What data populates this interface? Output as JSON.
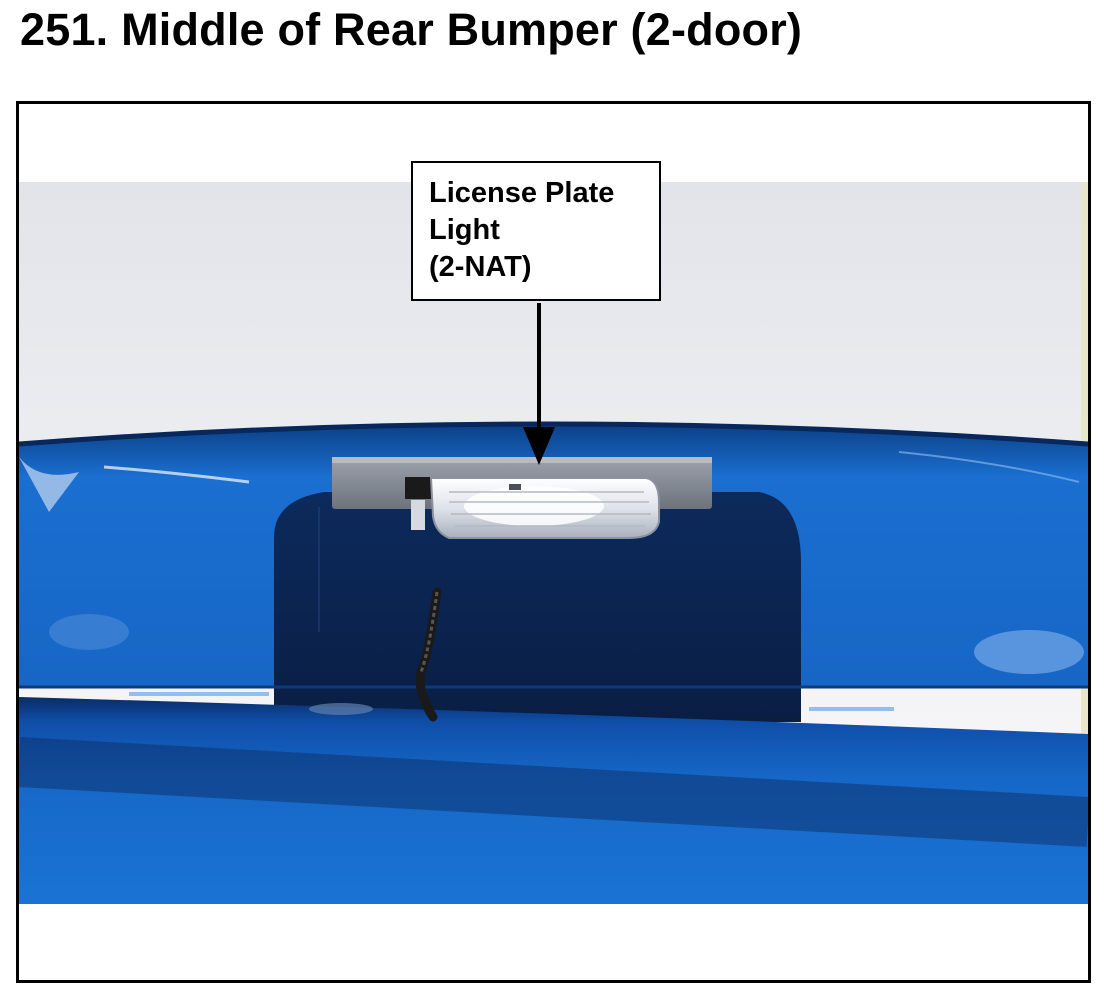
{
  "page": {
    "title": "251.  Middle of Rear Bumper (2-door)"
  },
  "figure": {
    "photo_subject": "rear-bumper-middle",
    "paint_color": "#1469c8",
    "callout": {
      "lines": [
        "License Plate",
        "Light",
        "(2-NAT)"
      ]
    }
  }
}
